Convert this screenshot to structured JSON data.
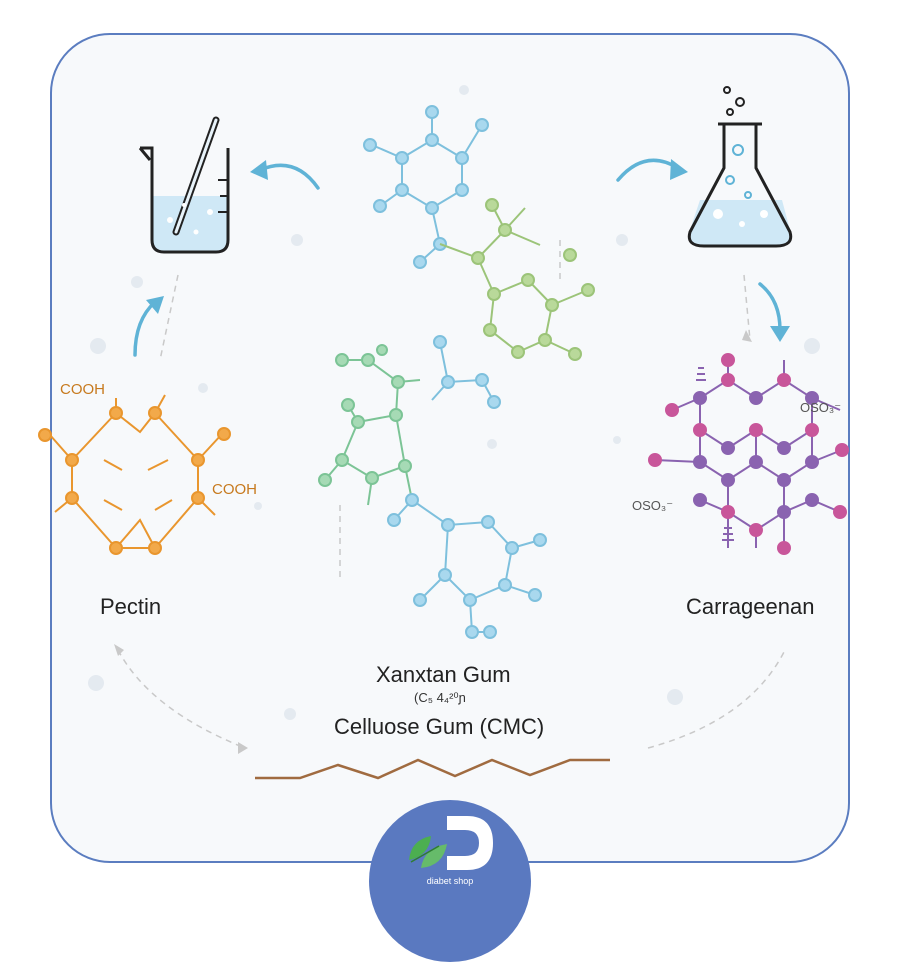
{
  "labels": {
    "pectin": "Pectin",
    "carrageenan": "Carrageenan",
    "xanthan": "Xanxtan Gum",
    "formula": "(C₅ 4₄²⁰ɲ",
    "cellulose": "Celluose Gum (CMC)"
  },
  "groups": {
    "cooh_top": "COOH",
    "cooh_right": "COOH",
    "oso3_top": "OSO₃⁻",
    "oso3_bottom": "OSO₃⁻"
  },
  "logo": {
    "text": "diabet shop"
  },
  "icons": {
    "beaker": "beaker-stirring-rod-icon",
    "flask": "erlenmeyer-flask-bubbles-icon",
    "leaf": "leaf-icon"
  },
  "colors": {
    "frame": "#5b7dc0",
    "pectin": "#e9962e",
    "xanthan_blue": "#7ec0dd",
    "xanthan_green": "#9cc479",
    "cellulose_green": "#7cc496",
    "carrageenan_purple": "#8a63b0",
    "carrageenan_pink": "#c8569a",
    "arrow": "#5fb3d6",
    "logo": "#5a79c0"
  }
}
